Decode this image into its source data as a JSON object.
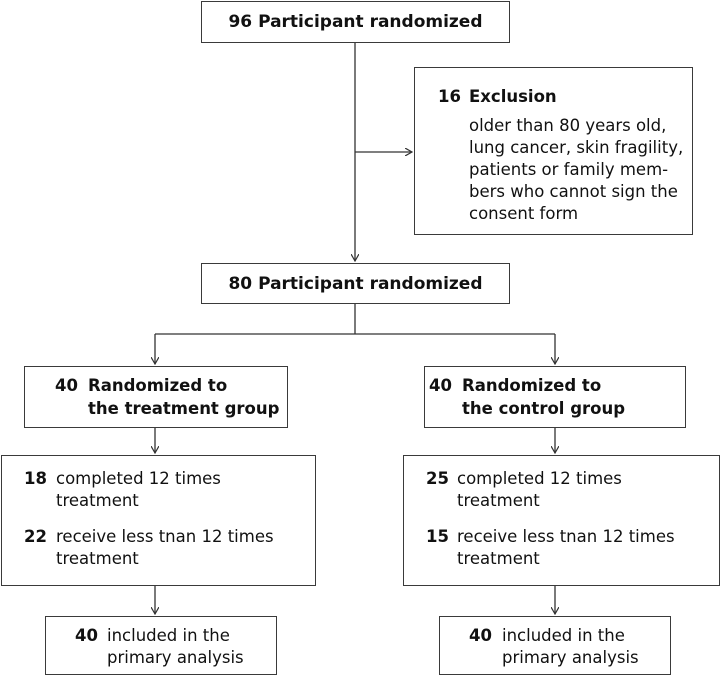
{
  "top_box": {
    "number": "96",
    "label": "Participant randomized"
  },
  "exclusion": {
    "number": "16",
    "title": "Exclusion",
    "lines": [
      "older than 80 years old,",
      "lung cancer, skin fragility,",
      "patients or family mem-",
      "bers who cannot sign the",
      "consent form"
    ]
  },
  "middle_box": {
    "number": "80",
    "label": "Participant randomized"
  },
  "treatment_arm": {
    "number": "40",
    "label_lines": [
      "Randomized to",
      "the treatment group"
    ],
    "outcomes": [
      {
        "number": "18",
        "lines": [
          "completed 12 times",
          "treatment"
        ]
      },
      {
        "number": "22",
        "lines": [
          "receive less tnan 12 times",
          "treatment"
        ]
      }
    ],
    "analysis": {
      "number": "40",
      "lines": [
        "included in the",
        "primary analysis"
      ]
    }
  },
  "control_arm": {
    "number": "40",
    "label_lines": [
      "Randomized to",
      "the control group"
    ],
    "outcomes": [
      {
        "number": "25",
        "lines": [
          "completed 12 times",
          "treatment"
        ]
      },
      {
        "number": "15",
        "lines": [
          "receive less tnan 12 times",
          "treatment"
        ]
      }
    ],
    "analysis": {
      "number": "40",
      "lines": [
        "included in the",
        "primary analysis"
      ]
    }
  }
}
